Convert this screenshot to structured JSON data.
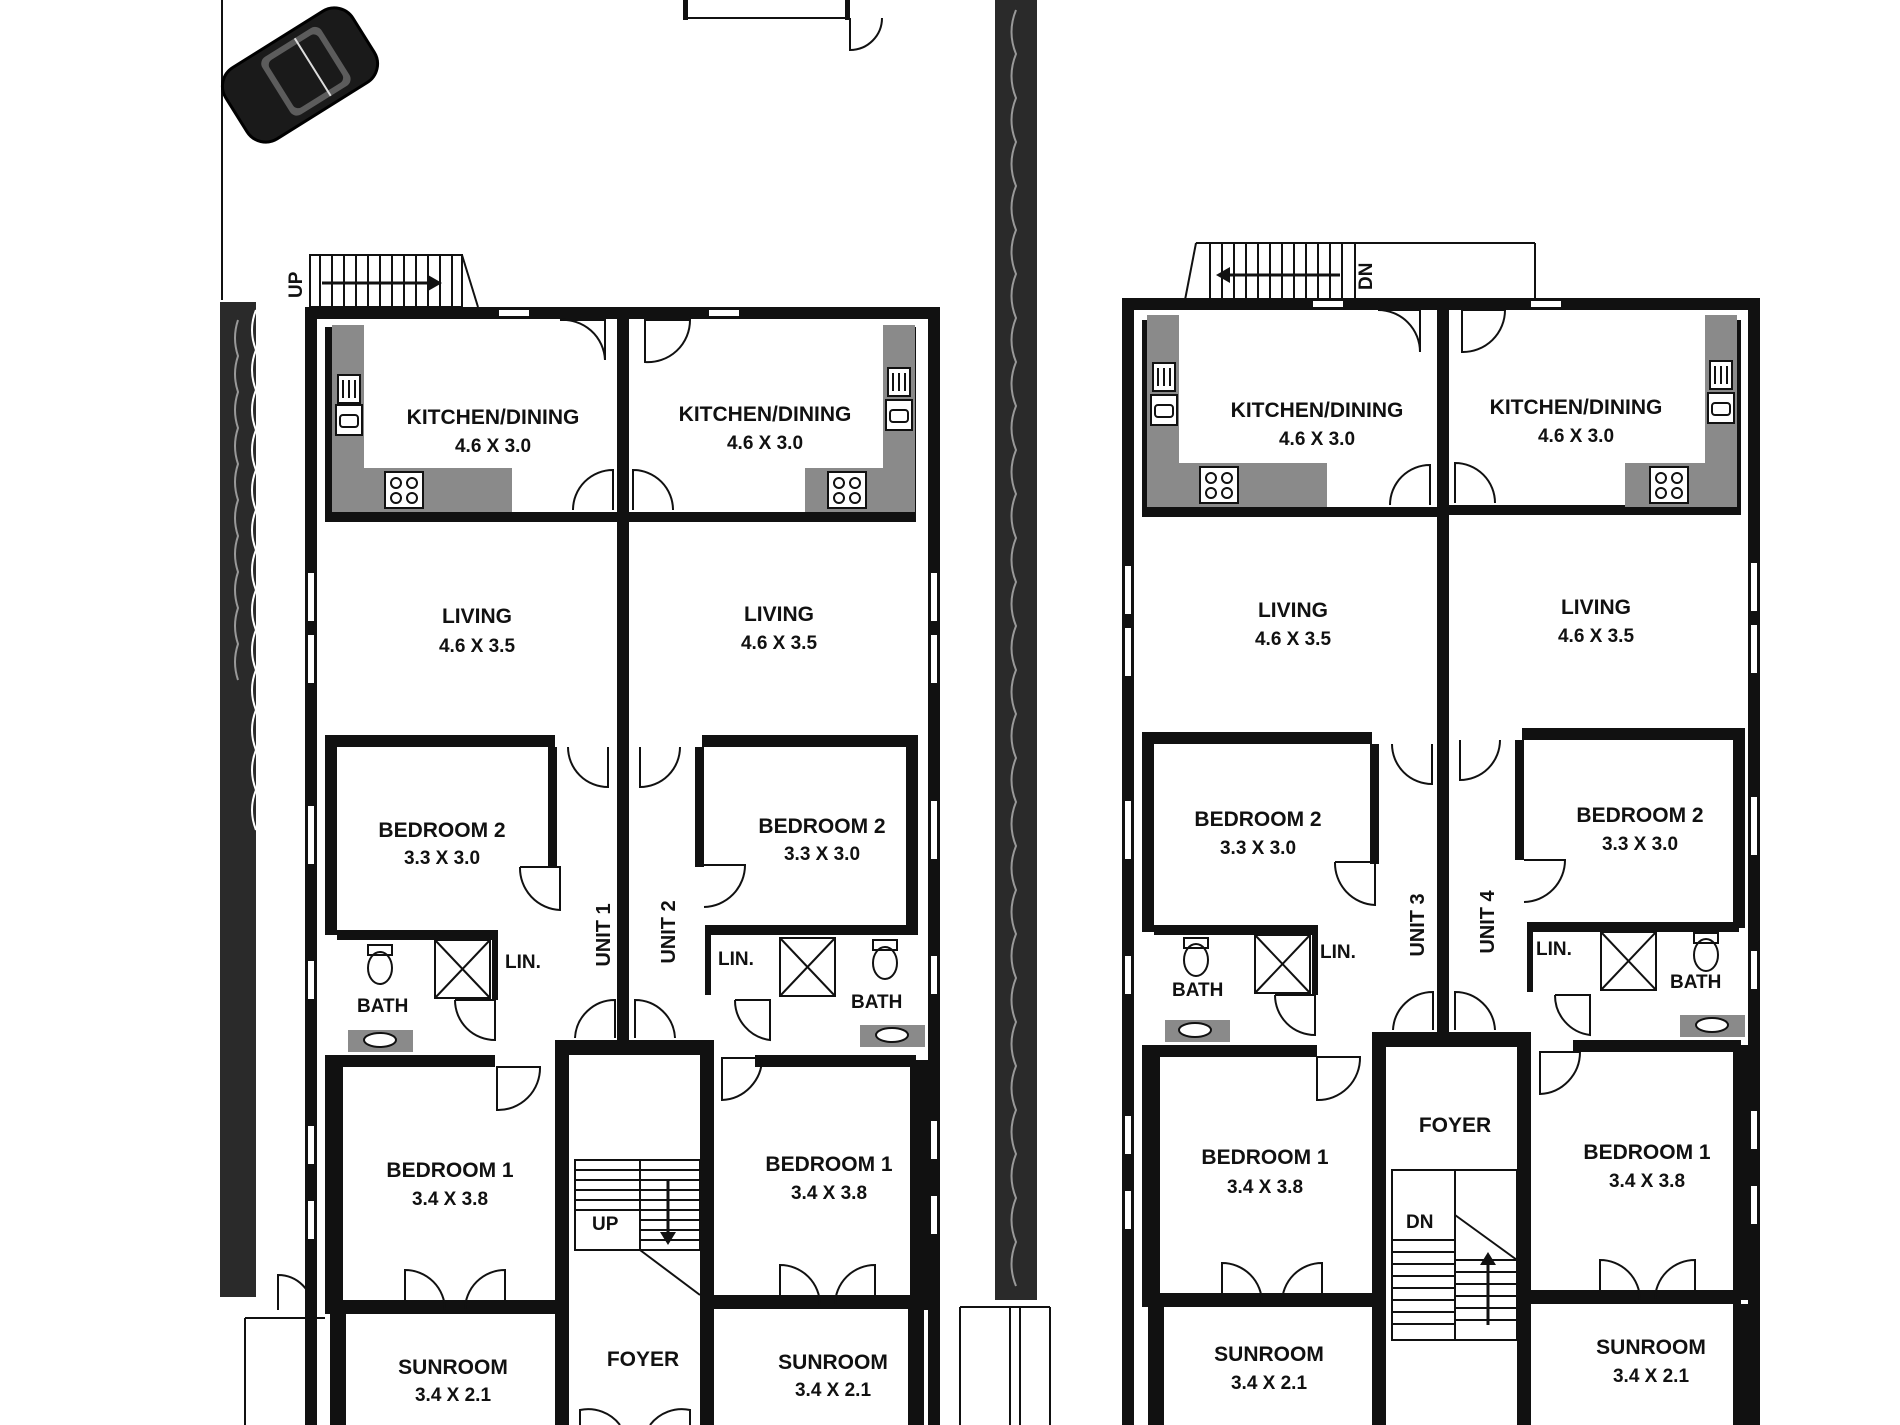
{
  "building_left": {
    "units": [
      {
        "unit_label": "UNIT 1",
        "rooms": {
          "kitchen": {
            "name": "KITCHEN/DINING",
            "dims": "4.6 X 3.0"
          },
          "living": {
            "name": "LIVING",
            "dims": "4.6 X 3.5"
          },
          "bedroom2": {
            "name": "BEDROOM 2",
            "dims": "3.3 X 3.0"
          },
          "bath": {
            "name": "BATH"
          },
          "linen": {
            "name": "LIN."
          },
          "bedroom1": {
            "name": "BEDROOM 1",
            "dims": "3.4 X 3.8"
          },
          "sunroom": {
            "name": "SUNROOM",
            "dims": "3.4 X 2.1"
          }
        }
      },
      {
        "unit_label": "UNIT 2",
        "rooms": {
          "kitchen": {
            "name": "KITCHEN/DINING",
            "dims": "4.6 X 3.0"
          },
          "living": {
            "name": "LIVING",
            "dims": "4.6 X 3.5"
          },
          "bedroom2": {
            "name": "BEDROOM 2",
            "dims": "3.3 X 3.0"
          },
          "bath": {
            "name": "BATH"
          },
          "linen": {
            "name": "LIN."
          },
          "bedroom1": {
            "name": "BEDROOM 1",
            "dims": "3.4 X 3.8"
          },
          "sunroom": {
            "name": "SUNROOM",
            "dims": "3.4 X 2.1"
          }
        }
      }
    ],
    "foyer": {
      "name": "FOYER",
      "stair_label": "UP"
    },
    "exterior_stair_label": "UP"
  },
  "building_right": {
    "units": [
      {
        "unit_label": "UNIT 3",
        "rooms": {
          "kitchen": {
            "name": "KITCHEN/DINING",
            "dims": "4.6 X 3.0"
          },
          "living": {
            "name": "LIVING",
            "dims": "4.6 X 3.5"
          },
          "bedroom2": {
            "name": "BEDROOM 2",
            "dims": "3.3 X 3.0"
          },
          "bath": {
            "name": "BATH"
          },
          "linen": {
            "name": "LIN."
          },
          "bedroom1": {
            "name": "BEDROOM 1",
            "dims": "3.4 X 3.8"
          },
          "sunroom": {
            "name": "SUNROOM",
            "dims": "3.4 X 2.1"
          }
        }
      },
      {
        "unit_label": "UNIT 4",
        "rooms": {
          "kitchen": {
            "name": "KITCHEN/DINING",
            "dims": "4.6 X 3.0"
          },
          "living": {
            "name": "LIVING",
            "dims": "4.6 X 3.5"
          },
          "bedroom2": {
            "name": "BEDROOM 2",
            "dims": "3.3 X 3.0"
          },
          "bath": {
            "name": "BATH"
          },
          "linen": {
            "name": "LIN."
          },
          "bedroom1": {
            "name": "BEDROOM 1",
            "dims": "3.4 X 3.8"
          },
          "sunroom": {
            "name": "SUNROOM",
            "dims": "3.4 X 2.1"
          }
        }
      }
    ],
    "foyer": {
      "name": "FOYER",
      "stair_label": "DN"
    },
    "exterior_stair_label": "DN"
  }
}
